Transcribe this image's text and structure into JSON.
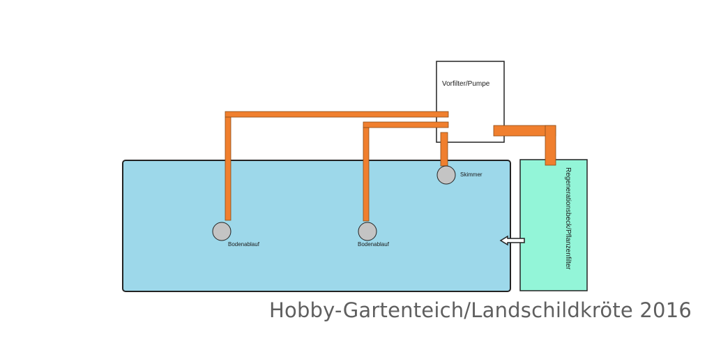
{
  "colors": {
    "pond": "#9DD8EA",
    "regen_basin": "#93F5D8",
    "pipe": "#F07F2E",
    "pipe_edge": "#8A4A14",
    "drain": "#C4C4C4",
    "outline": "#222222"
  },
  "labels": {
    "prefilter_pump": "Vorfilter/Pumpe",
    "skimmer": "Skimmer",
    "bottom_drain_1": "Bodenablauf",
    "bottom_drain_2": "Bodenablauf",
    "regen_basin": "Regenerationsbeck/Pflanzenfilter"
  },
  "icons": {
    "flow_arrow": "arrow-left-icon"
  },
  "caption": "Hobby-Gartenteich/Landschildkröte 2016"
}
